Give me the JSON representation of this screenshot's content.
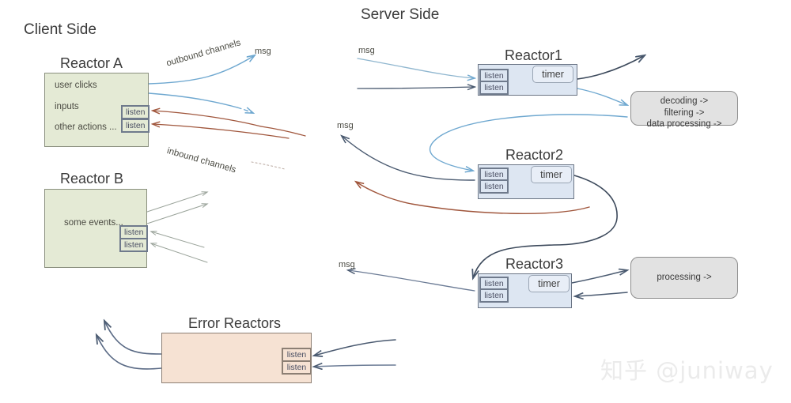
{
  "sections": {
    "client": "Client Side",
    "server": "Server Side"
  },
  "client_nodes": [
    {
      "title": "Reactor A",
      "lines": [
        "user clicks",
        "inputs",
        "other actions ..."
      ],
      "listeners": [
        "listen",
        "listen"
      ]
    },
    {
      "title": "Reactor B",
      "lines": [
        "some events..."
      ],
      "listeners": [
        "listen",
        "listen"
      ]
    },
    {
      "title": "Error Reactors",
      "lines": [],
      "listeners": [
        "listen",
        "listen"
      ]
    }
  ],
  "server_nodes": [
    {
      "title": "Reactor1",
      "listeners": [
        "listen",
        "listen"
      ],
      "timer": "timer"
    },
    {
      "title": "Reactor2",
      "listeners": [
        "listen",
        "listen"
      ],
      "timer": "timer"
    },
    {
      "title": "Reactor3",
      "listeners": [
        "listen",
        "listen"
      ],
      "timer": "timer"
    }
  ],
  "processors": [
    {
      "lines": [
        "decoding ->",
        "filtering ->",
        "data processing ->"
      ]
    },
    {
      "lines": [
        "processing ->"
      ]
    }
  ],
  "channel_labels": {
    "outbound": "outbound channels",
    "inbound": "inbound channels"
  },
  "msg_labels": {
    "client_top": "msg",
    "server_top": "msg",
    "server_mid": "msg",
    "server_low": "msg"
  },
  "watermark": "知乎 @juniway",
  "colors": {
    "client_fill": "#e4ead5",
    "client_stroke": "#8a8f7e",
    "reactor_fill": "#dde6f2",
    "reactor_stroke": "#6b7585",
    "error_fill": "#f6e2d3",
    "error_stroke": "#8c7f74",
    "processor_fill": "#e2e2e2",
    "processor_stroke": "#8d8d8d",
    "blue_arrow": "#6fa8d0",
    "dark_arrow": "#4a5a70",
    "brown_arrow": "#a0563c",
    "gray_arrow": "#9aa39a",
    "text": "#3b3b3b",
    "watermark": "#ebebeb"
  }
}
